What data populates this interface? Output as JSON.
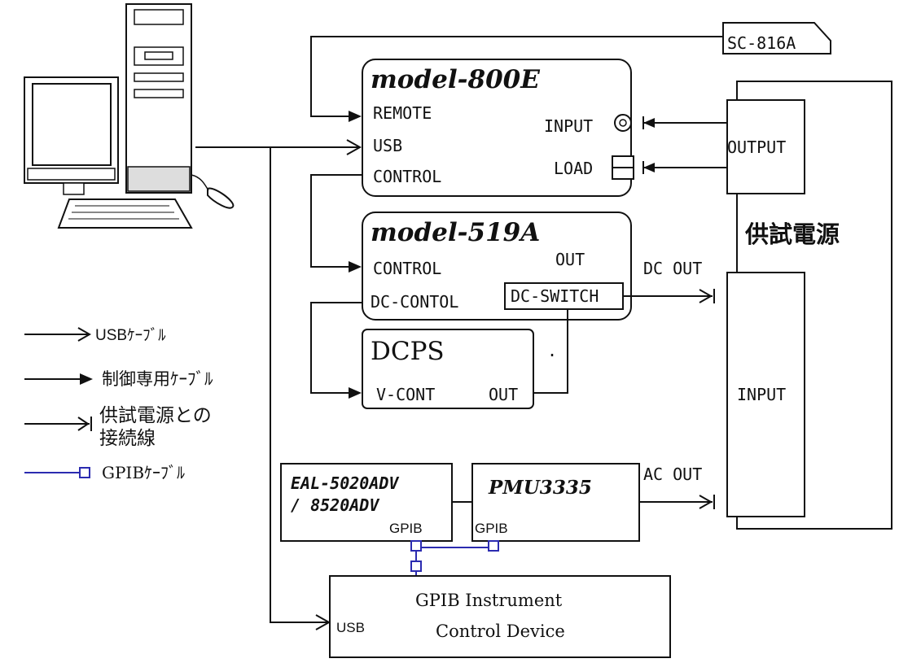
{
  "model800e": {
    "title": "model-800E",
    "remote": "REMOTE",
    "usb": "USB",
    "control": "CONTROL",
    "input": "INPUT",
    "load": "LOAD"
  },
  "model519a": {
    "title": "model-519A",
    "control": "CONTROL",
    "out": "OUT",
    "dc_contol": "DC-CONTOL",
    "dc_switch": "DC-SWITCH"
  },
  "dcps": {
    "title": "DCPS",
    "v_cont": "V-CONT",
    "out": "OUT",
    "dot": "."
  },
  "sc816a": {
    "label": "SC-816A"
  },
  "dut": {
    "title": "供試電源",
    "output": "OUTPUT",
    "input": "INPUT"
  },
  "dc_out": "DC OUT",
  "ac_out": "AC OUT",
  "eal": {
    "line1": "EAL-5020ADV",
    "line2": "/ 8520ADV",
    "gpib": "GPIB"
  },
  "pmu": {
    "title": "PMU3335",
    "gpib": "GPIB"
  },
  "gpib_device": {
    "line1": "GPIB Instrument",
    "line2": "Control  Device",
    "usb": "USB"
  },
  "legend": {
    "usb_cable": "USBｹｰﾌﾞﾙ",
    "control_cable": "制御専用ｹｰﾌﾞﾙ",
    "dut_line_1": "供試電源との",
    "dut_line_2": "接続線",
    "gpib_cable": "GPIBｹｰﾌﾞﾙ"
  },
  "colors": {
    "line": "#111111",
    "gpib": "#2b2bb0"
  }
}
